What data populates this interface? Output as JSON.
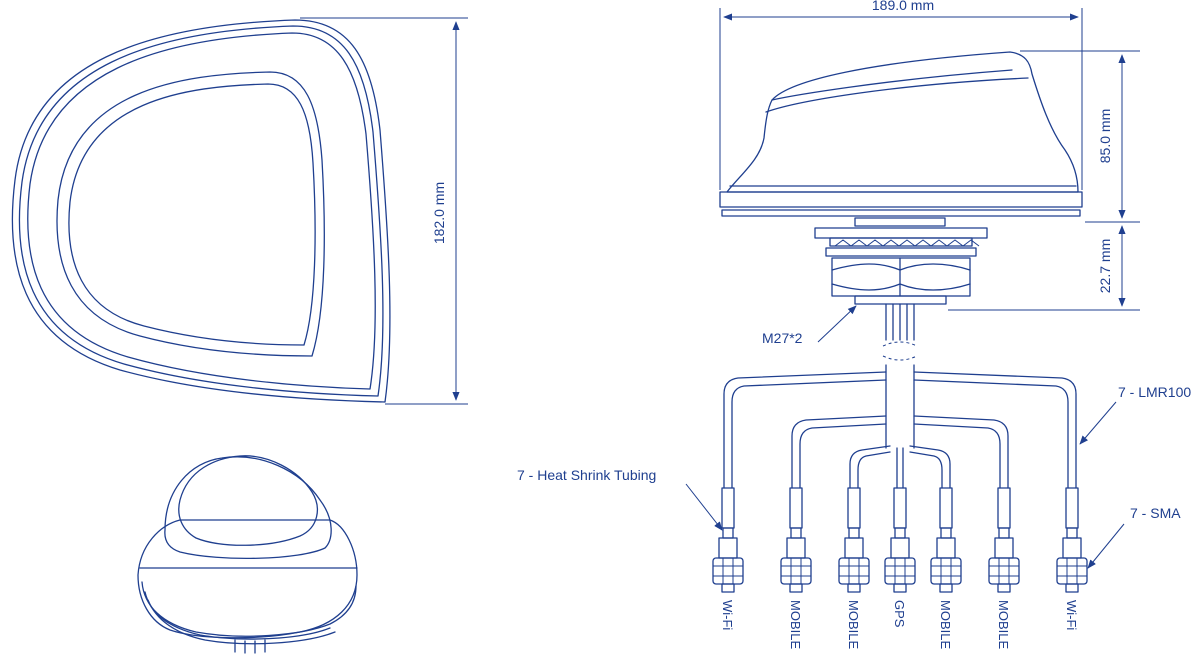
{
  "dimensions": {
    "width": "189.0 mm",
    "height_top_view": "182.0 mm",
    "height_body": "85.0 mm",
    "height_mount": "22.7 mm"
  },
  "callouts": {
    "thread": "M27*2",
    "cable": "7 - LMR100",
    "tubing": "7 - Heat Shrink Tubing",
    "connector": "7 - SMA"
  },
  "connectors": [
    "Wi-Fi",
    "MOBILE",
    "MOBILE",
    "GPS",
    "MOBILE",
    "MOBILE",
    "Wi-Fi"
  ],
  "colors": {
    "line": "#1f3f8f",
    "background": "#ffffff"
  }
}
